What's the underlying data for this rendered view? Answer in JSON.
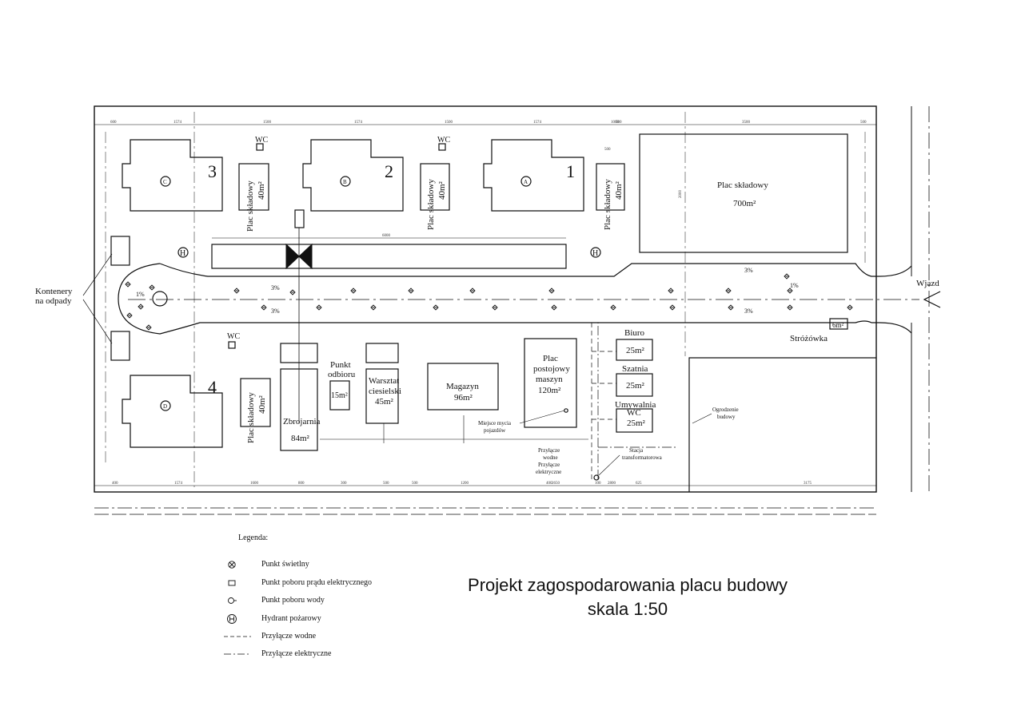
{
  "title": "Projekt zagospodarowania placu budowy",
  "scale": "skala 1:50",
  "labels": {
    "wc": "WC",
    "entrance": "Wjazd",
    "containers_line1": "Kontenery",
    "containers_line2": "na odpady",
    "guard_house": "Stróżówka",
    "guard_area": "6m²",
    "fence_line1": "Ogrodzenie",
    "fence_line2": "budowy",
    "wash_line1": "Miejsce mycia",
    "wash_line2": "pojazdów",
    "water_conn_line1": "Przyłącze",
    "water_conn_line2": "wodne",
    "elec_conn_line1": "Przyłącze",
    "elec_conn_line2": "elektryczne",
    "station_line1": "Stacja",
    "station_line2": "transformatorowa"
  },
  "buildings": [
    {
      "letter": "C",
      "number": "3"
    },
    {
      "letter": "B",
      "number": "2"
    },
    {
      "letter": "A",
      "number": "1"
    },
    {
      "letter": "D",
      "number": "4"
    }
  ],
  "storage_small": {
    "label": "Plac składowy",
    "area": "40m²"
  },
  "storage_big": {
    "label": "Plac składowy",
    "area": "700m²"
  },
  "facilities": {
    "biuro": {
      "label": "Biuro",
      "area": "25m²"
    },
    "szatnia": {
      "label": "Szatnia",
      "area": "25m²"
    },
    "umywalnia": {
      "label": "Umywalnia",
      "sub": "WC",
      "area": "25m²"
    },
    "plac_postojowy": {
      "line1": "Plac",
      "line2": "postojowy",
      "line3": "maszyn",
      "area": "120m²"
    },
    "magazyn": {
      "label": "Magazyn",
      "area": "96m²"
    },
    "warsztat": {
      "line1": "Warsztat",
      "line2": "ciesielski",
      "area": "45m²"
    },
    "punkt_odbioru": {
      "line1": "Punkt",
      "line2": "odbioru",
      "area": "15m²"
    },
    "zbrojarnia": {
      "label": "Zbrojarnia",
      "area": "84m²"
    }
  },
  "slopes": {
    "s1": "3%",
    "s2": "3%",
    "s3": "1%",
    "s4": "1%",
    "s5": "3%",
    "s6": "3%"
  },
  "dims_top": [
    "600",
    "1574",
    "1500",
    "1574",
    "1500",
    "1574",
    "1000",
    "500",
    "3500",
    "500"
  ],
  "dims_bottom": [
    "400",
    "1574",
    "1600",
    "800",
    "300",
    "500",
    "500",
    "1200",
    "400",
    "2650",
    "100",
    "2800",
    "625",
    "3175"
  ],
  "dims_misc": [
    "6000",
    "500",
    "2000"
  ],
  "legend": {
    "title": "Legenda:",
    "items": [
      {
        "label": "Punkt świetlny",
        "icon": "light-point-icon"
      },
      {
        "label": "Punkt poboru prądu elektrycznego",
        "icon": "power-socket-icon"
      },
      {
        "label": "Punkt poboru wody",
        "icon": "water-tap-icon"
      },
      {
        "label": "Hydrant pożarowy",
        "icon": "hydrant-icon"
      },
      {
        "label": "Przyłącze wodne",
        "icon": "water-line-icon"
      },
      {
        "label": "Przyłącze elektryczne",
        "icon": "electric-line-icon"
      }
    ]
  }
}
